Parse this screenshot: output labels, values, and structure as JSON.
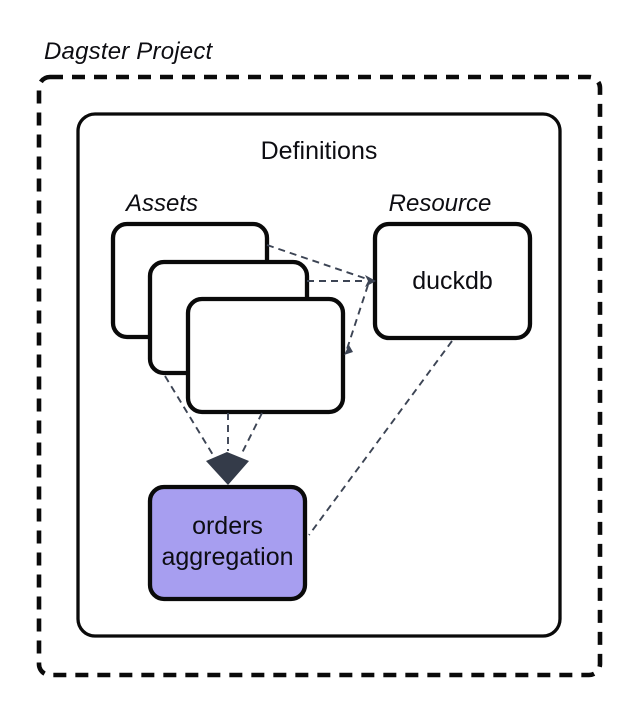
{
  "title": "Dagster Project",
  "definitions": {
    "label": "Definitions"
  },
  "assets": {
    "label": "Assets",
    "card_count": 3
  },
  "resource": {
    "label": "Resource",
    "box_label": "duckdb"
  },
  "asset_node": {
    "label": "orders aggregation"
  },
  "colors": {
    "asset_node_fill": "#A79EF0",
    "box_stroke": "#0a0a0a",
    "connector": "#3C4454",
    "arrowhead": "#343B49"
  }
}
